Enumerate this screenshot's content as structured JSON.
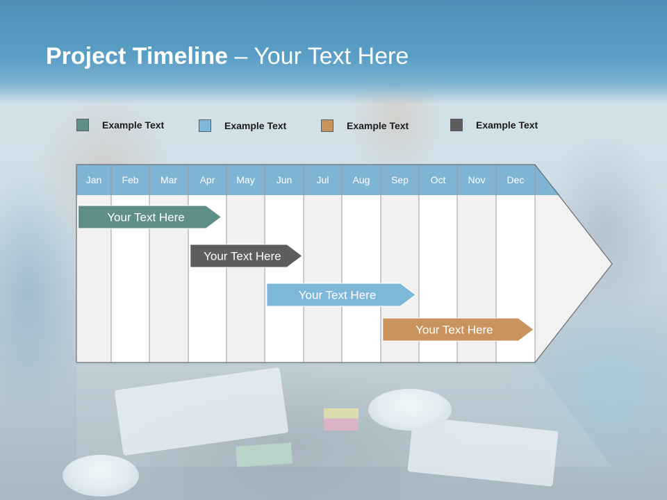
{
  "slide": {
    "title_bold": "Project Timeline",
    "title_rest": " – Your Text Here"
  },
  "legend": [
    {
      "label": "Example Text",
      "color": "#5f8e8b"
    },
    {
      "label": "Example Text",
      "color": "#7db8d8"
    },
    {
      "label": "Example Text",
      "color": "#c9935e"
    },
    {
      "label": "Example Text",
      "color": "#5e5e5e"
    }
  ],
  "timeline": {
    "months": [
      "Jan",
      "Feb",
      "Mar",
      "Apr",
      "May",
      "Jun",
      "Jul",
      "Aug",
      "Sep",
      "Oct",
      "Nov",
      "Dec"
    ],
    "header_color": "#7fb4d4",
    "bars": [
      {
        "label": "Your  Text Here",
        "start": 0.05,
        "end": 3.9,
        "color": "#5f8e8b"
      },
      {
        "label": "Your  Text Here",
        "start": 3.05,
        "end": 6.0,
        "color": "#5e5e5e"
      },
      {
        "label": "Your  Text Here",
        "start": 5.05,
        "end": 8.95,
        "color": "#7db8d8"
      },
      {
        "label": "Your  Text Here",
        "start": 8.05,
        "end": 12.0,
        "color": "#c9935e"
      }
    ]
  }
}
